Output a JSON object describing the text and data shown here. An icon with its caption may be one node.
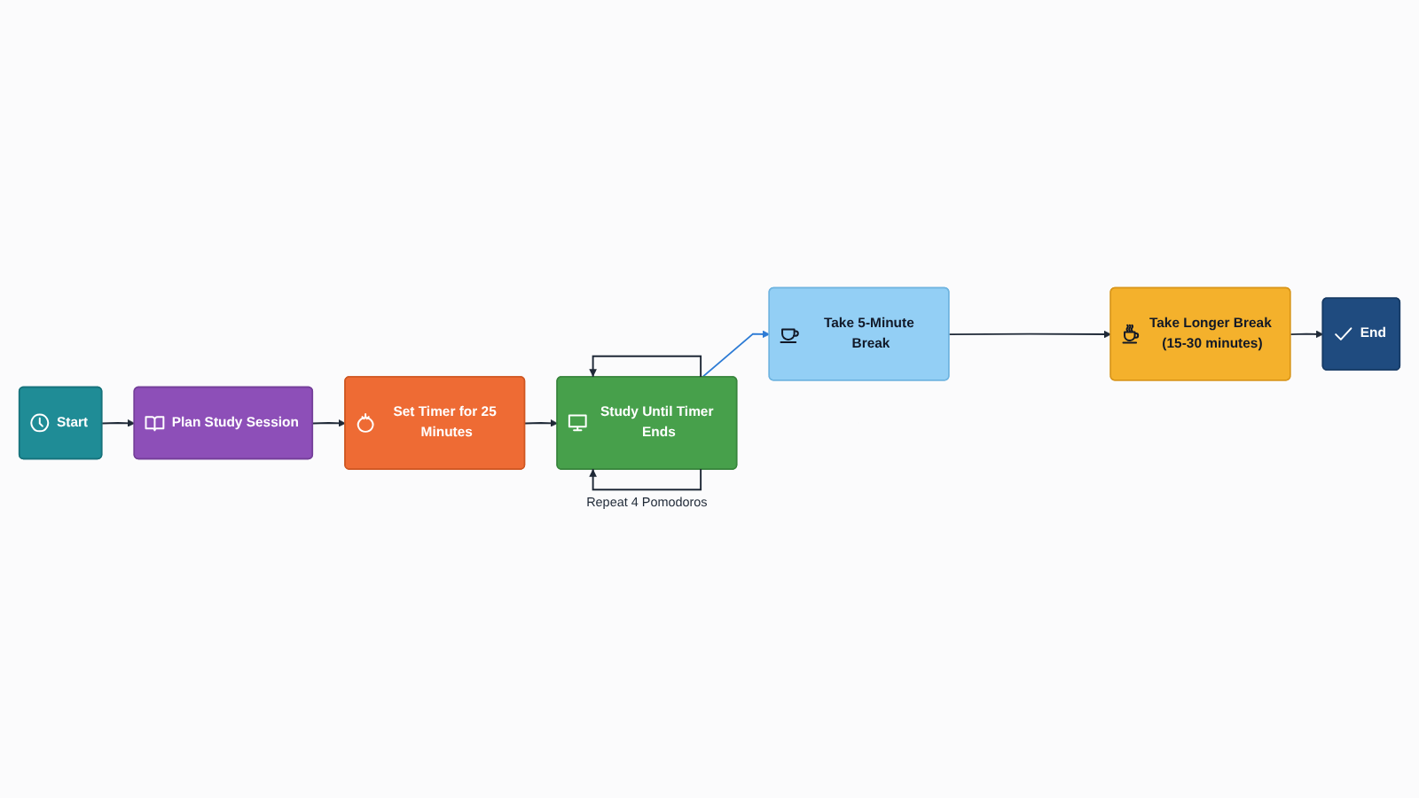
{
  "diagram": {
    "nodes": [
      {
        "text": [
          "Start"
        ]
      },
      {
        "text": [
          "Plan Study Session"
        ]
      },
      {
        "text": [
          "Set Timer for 25 Minutes"
        ]
      },
      {
        "text": [
          "Study Until Timer Ends"
        ]
      },
      {
        "text": [
          "Take 5-Minute Break"
        ]
      },
      {
        "text": [
          "Take Longer Break (15-30 minutes)"
        ]
      },
      {
        "text": [
          "End"
        ]
      }
    ],
    "edges": [
      {
        "from": 0,
        "to": 1,
        "arrow": "to"
      },
      {
        "from": 1,
        "to": 2,
        "arrow": "to"
      },
      {
        "from": 2,
        "to": 3,
        "arrow": "to"
      },
      {
        "from": 3,
        "to": 3,
        "arrow": "to"
      },
      {
        "from": 3,
        "to": 3,
        "arrow": "to",
        "label": "Repeat 4 Pomodoros"
      },
      {
        "from": 3,
        "to": 4,
        "arrow": "to",
        "color": "#2d7bd5"
      },
      {
        "from": 4,
        "to": 5,
        "arrow": "to"
      },
      {
        "from": 5,
        "to": 6,
        "arrow": "to"
      }
    ]
  }
}
